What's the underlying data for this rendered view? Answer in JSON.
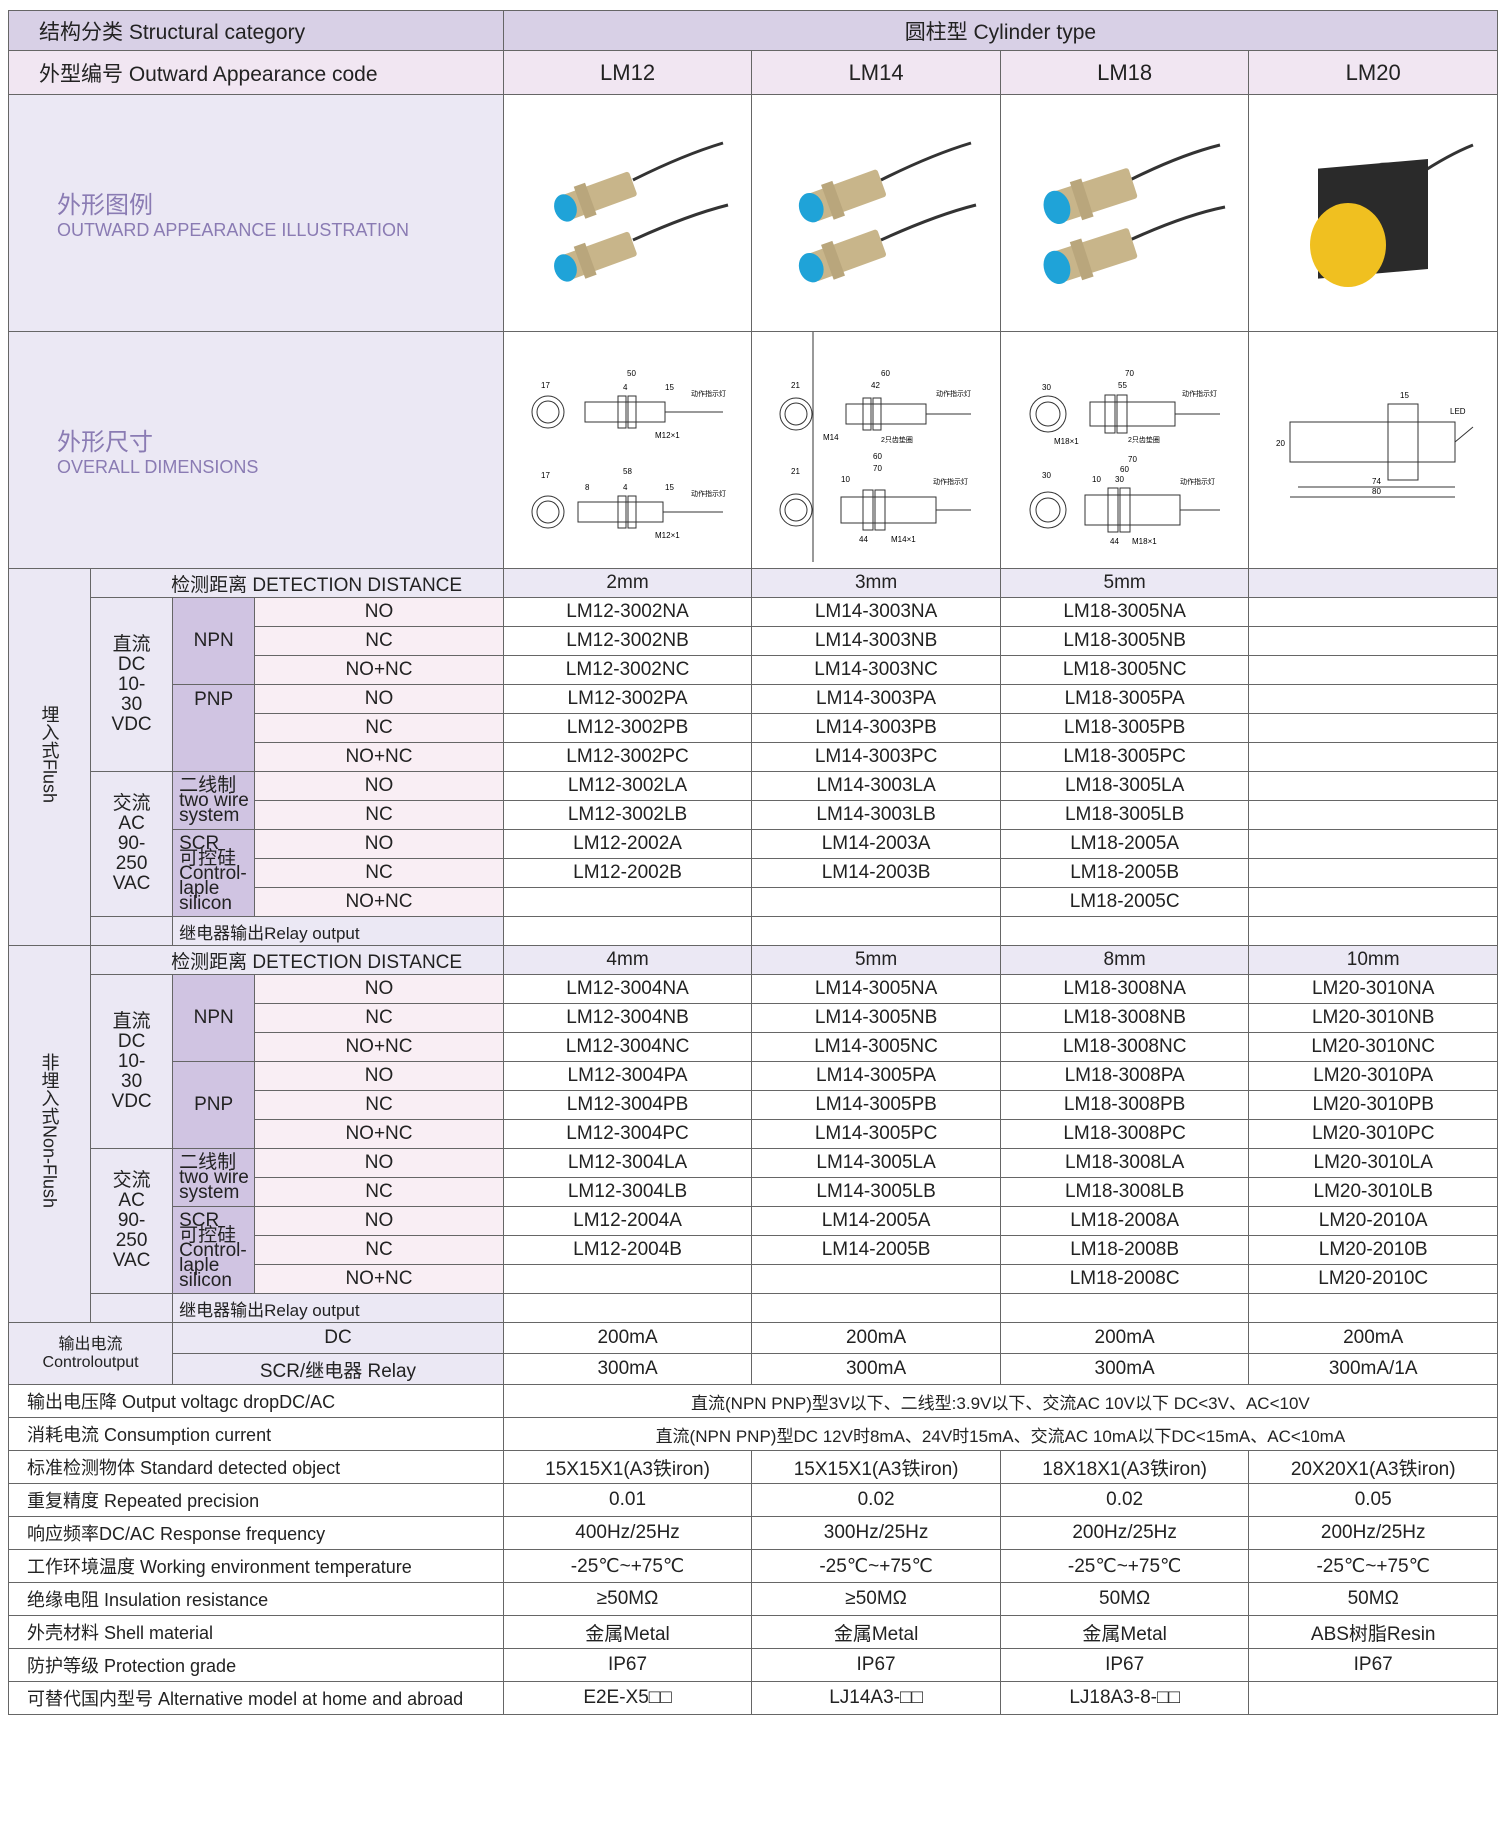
{
  "header": {
    "structural_category": "结构分类 Structural category",
    "cylinder_type": "圆柱型 Cylinder type",
    "appearance_code": "外型编号 Outward Appearance code",
    "models": [
      "LM12",
      "LM14",
      "LM18",
      "LM20"
    ]
  },
  "illustration": {
    "zh": "外形图例",
    "en": "OUTWARD APPEARANCE ILLUSTRATION"
  },
  "dimensions": {
    "zh": "外形尺寸",
    "en": "OVERALL DIMENSIONS",
    "lm12": {
      "top": [
        "17",
        "50",
        "4",
        "15",
        "动作指示灯",
        "M12×1"
      ],
      "bottom": [
        "17",
        "58",
        "8",
        "4",
        "15",
        "动作指示灯",
        "M12×1"
      ]
    },
    "lm14": {
      "top": [
        "21",
        "60",
        "42",
        "动作指示灯",
        "M14",
        "2只齿垫圈"
      ],
      "bottom": [
        "21",
        "60",
        "70",
        "10",
        "动作指示灯",
        "44",
        "M14×1"
      ]
    },
    "lm18": {
      "top": [
        "30",
        "70",
        "55",
        "动作指示灯",
        "M18×1",
        "2只齿垫圈"
      ],
      "bottom": [
        "30",
        "70",
        "60",
        "10",
        "30",
        "动作指示灯",
        "44",
        "M18×1"
      ]
    },
    "lm20": [
      "15",
      "LED",
      "20",
      "74",
      "80"
    ]
  },
  "flush": {
    "group_label": "埋入式Flush",
    "detection_label": "检测距离 DETECTION DISTANCE",
    "distances": [
      "2mm",
      "3mm",
      "5mm",
      ""
    ],
    "dc_label": [
      "直流",
      "DC",
      "10-",
      "30",
      "VDC"
    ],
    "ac_label": [
      "交流",
      "AC",
      "90-",
      "250",
      "VAC"
    ],
    "npn": "NPN",
    "pnp": "PNP",
    "two_wire": [
      "二线制",
      "two wire",
      "system"
    ],
    "scr": [
      "SCR",
      "可控硅",
      "Control-",
      "laple",
      "silicon"
    ],
    "relay": "继电器输出Relay output",
    "rows": [
      {
        "out": "NO",
        "v": [
          "LM12-3002NA",
          "LM14-3003NA",
          "LM18-3005NA",
          ""
        ]
      },
      {
        "out": "NC",
        "v": [
          "LM12-3002NB",
          "LM14-3003NB",
          "LM18-3005NB",
          ""
        ]
      },
      {
        "out": "NO+NC",
        "v": [
          "LM12-3002NC",
          "LM14-3003NC",
          "LM18-3005NC",
          ""
        ]
      },
      {
        "out": "NO",
        "v": [
          "LM12-3002PA",
          "LM14-3003PA",
          "LM18-3005PA",
          ""
        ]
      },
      {
        "out": "NC",
        "v": [
          "LM12-3002PB",
          "LM14-3003PB",
          "LM18-3005PB",
          ""
        ]
      },
      {
        "out": "NO+NC",
        "v": [
          "LM12-3002PC",
          "LM14-3003PC",
          "LM18-3005PC",
          ""
        ]
      },
      {
        "out": "NO",
        "v": [
          "LM12-3002LA",
          "LM14-3003LA",
          "LM18-3005LA",
          ""
        ]
      },
      {
        "out": "NC",
        "v": [
          "LM12-3002LB",
          "LM14-3003LB",
          "LM18-3005LB",
          ""
        ]
      },
      {
        "out": "NO",
        "v": [
          "LM12-2002A",
          "LM14-2003A",
          "LM18-2005A",
          ""
        ]
      },
      {
        "out": "NC",
        "v": [
          "LM12-2002B",
          "LM14-2003B",
          "LM18-2005B",
          ""
        ]
      },
      {
        "out": "NO+NC",
        "v": [
          "",
          "",
          "LM18-2005C",
          ""
        ]
      }
    ]
  },
  "nonflush": {
    "group_label": "非埋入式Non-Flush",
    "detection_label": "检测距离 DETECTION DISTANCE",
    "distances": [
      "4mm",
      "5mm",
      "8mm",
      "10mm"
    ],
    "dc_label": [
      "直流",
      "DC",
      "10-",
      "30",
      "VDC"
    ],
    "ac_label": [
      "交流",
      "AC",
      "90-",
      "250",
      "VAC"
    ],
    "npn": "NPN",
    "pnp": "PNP",
    "two_wire": [
      "二线制",
      "two wire",
      "system"
    ],
    "scr": [
      "SCR",
      "可控硅",
      "Control-",
      "laple",
      "silicon"
    ],
    "relay": "继电器输出Relay output",
    "rows": [
      {
        "out": "NO",
        "v": [
          "LM12-3004NA",
          "LM14-3005NA",
          "LM18-3008NA",
          "LM20-3010NA"
        ]
      },
      {
        "out": "NC",
        "v": [
          "LM12-3004NB",
          "LM14-3005NB",
          "LM18-3008NB",
          "LM20-3010NB"
        ]
      },
      {
        "out": "NO+NC",
        "v": [
          "LM12-3004NC",
          "LM14-3005NC",
          "LM18-3008NC",
          "LM20-3010NC"
        ]
      },
      {
        "out": "NO",
        "v": [
          "LM12-3004PA",
          "LM14-3005PA",
          "LM18-3008PA",
          "LM20-3010PA"
        ]
      },
      {
        "out": "NC",
        "v": [
          "LM12-3004PB",
          "LM14-3005PB",
          "LM18-3008PB",
          "LM20-3010PB"
        ]
      },
      {
        "out": "NO+NC",
        "v": [
          "LM12-3004PC",
          "LM14-3005PC",
          "LM18-3008PC",
          "LM20-3010PC"
        ]
      },
      {
        "out": "NO",
        "v": [
          "LM12-3004LA",
          "LM14-3005LA",
          "LM18-3008LA",
          "LM20-3010LA"
        ]
      },
      {
        "out": "NC",
        "v": [
          "LM12-3004LB",
          "LM14-3005LB",
          "LM18-3008LB",
          "LM20-3010LB"
        ]
      },
      {
        "out": "NO",
        "v": [
          "LM12-2004A",
          "LM14-2005A",
          "LM18-2008A",
          "LM20-2010A"
        ]
      },
      {
        "out": "NC",
        "v": [
          "LM12-2004B",
          "LM14-2005B",
          "LM18-2008B",
          "LM20-2010B"
        ]
      },
      {
        "out": "NO+NC",
        "v": [
          "",
          "",
          "LM18-2008C",
          "LM20-2010C"
        ]
      }
    ]
  },
  "control_output": {
    "label_zh": "输出电流",
    "label_en": "Controloutput",
    "dc_label": "DC",
    "scr_label": "SCR/继电器 Relay",
    "dc_values": [
      "200mA",
      "200mA",
      "200mA",
      "200mA"
    ],
    "scr_values": [
      "300mA",
      "300mA",
      "300mA",
      "300mA/1A"
    ]
  },
  "specs": [
    {
      "label": "输出电压降 Output voltagc dropDC/AC",
      "span": "直流(NPN PNP)型3V以下、二线型:3.9V以下、交流AC 10V以下 DC<3V、AC<10V"
    },
    {
      "label": "消耗电流 Consumption current",
      "span": "直流(NPN PNP)型DC 12V时8mA、24V时15mA、交流AC 10mA以下DC<15mA、AC<10mA"
    },
    {
      "label": "标准检测物体 Standard detected object",
      "values": [
        "15X15X1(A3铁iron)",
        "15X15X1(A3铁iron)",
        "18X18X1(A3铁iron)",
        "20X20X1(A3铁iron)"
      ]
    },
    {
      "label": "重复精度 Repeated precision",
      "values": [
        "0.01",
        "0.02",
        "0.02",
        "0.05"
      ]
    },
    {
      "label": "响应频率DC/AC Response frequency",
      "values": [
        "400Hz/25Hz",
        "300Hz/25Hz",
        "200Hz/25Hz",
        "200Hz/25Hz"
      ]
    },
    {
      "label": "工作环境温度 Working environment temperature",
      "values": [
        "-25℃~+75℃",
        "-25℃~+75℃",
        "-25℃~+75℃",
        "-25℃~+75℃"
      ]
    },
    {
      "label": "绝缘电阻 Insulation resistance",
      "values": [
        "≥50MΩ",
        "≥50MΩ",
        "50MΩ",
        "50MΩ"
      ]
    },
    {
      "label": "外壳材料 Shell material",
      "values": [
        "金属Metal",
        "金属Metal",
        "金属Metal",
        "ABS树脂Resin"
      ]
    },
    {
      "label": "防护等级 Protection grade",
      "values": [
        "IP67",
        "IP67",
        "IP67",
        "IP67"
      ]
    },
    {
      "label": "可替代国内型号 Alternative model at home and abroad",
      "values": [
        "E2E-X5□□",
        "LJ14A3-□□",
        "LJ18A3-8-□□",
        ""
      ]
    }
  ],
  "colors": {
    "header_bg": "#d8d0e6",
    "header2_bg": "#f1e6f2",
    "label_bg": "#ebe8f4",
    "purple_bg": "#d0c4e2",
    "pink_bg": "#f9eef4",
    "sensor_blue": "#1fa3d8",
    "sensor_yellow": "#f0c020"
  }
}
